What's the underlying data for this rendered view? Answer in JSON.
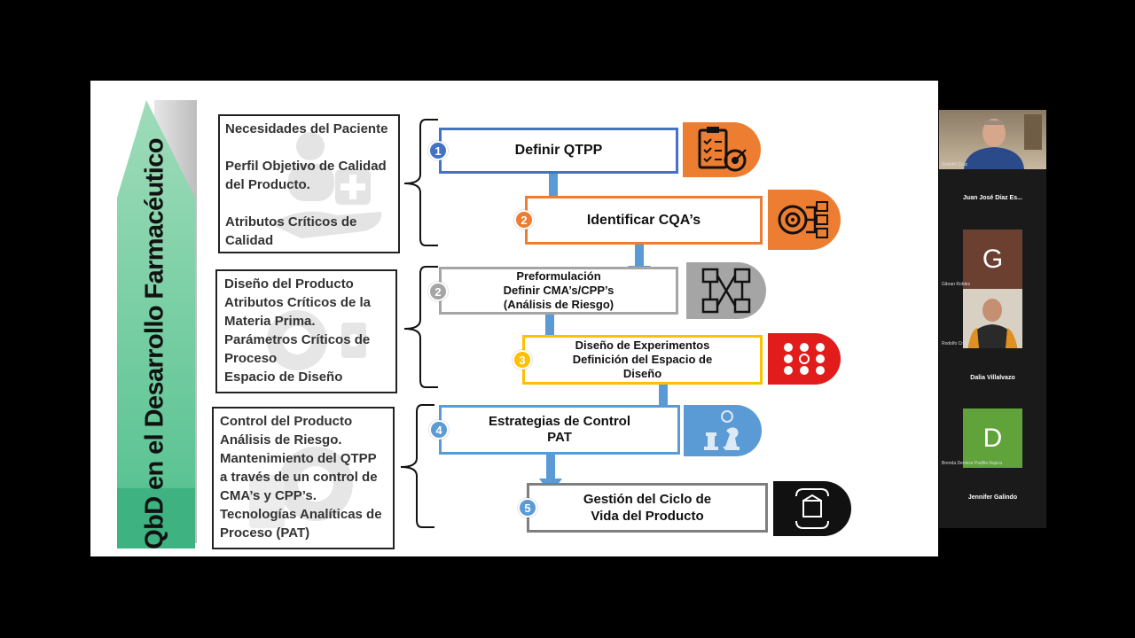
{
  "slide": {
    "banner_title": "QbD en el Desarrollo Farmacéutico",
    "info_boxes": [
      {
        "lines": [
          "Necesidades del Paciente",
          "",
          "Perfil Objetivo de Calidad",
          "del Producto.",
          "",
          "Atributos Críticos de",
          "Calidad"
        ]
      },
      {
        "lines": [
          "Diseño del Producto",
          "Atributos Críticos de la",
          "Materia Prima.",
          "Parámetros Críticos de",
          "Proceso",
          "Espacio de Diseño"
        ]
      },
      {
        "lines": [
          "Control del Producto",
          "Análisis de Riesgo.",
          "Mantenimiento del QTPP",
          "a través de un control de",
          "CMA’s y CPP’s.",
          "Tecnologías Analíticas de",
          "Proceso (PAT)"
        ]
      }
    ],
    "steps": [
      {
        "number": "1",
        "lines": [
          "Definir QTPP"
        ],
        "color": "#4472c4",
        "icon": "checklist-target-icon",
        "icon_bg": "#ed7d31"
      },
      {
        "number": "2",
        "lines": [
          "Identificar CQA’s"
        ],
        "color": "#ed7d31",
        "icon": "target-list-icon",
        "icon_bg": "#ed7d31"
      },
      {
        "number": "2",
        "lines": [
          "Preformulación",
          "Definir CMA’s/CPP’s",
          "(Análisis de Riesgo)"
        ],
        "color": "#a5a5a5",
        "icon": "process-flow-icon",
        "icon_bg": "#a5a5a5"
      },
      {
        "number": "3",
        "lines": [
          "Diseño de Experimentos",
          "Definición del Espacio de",
          "Diseño"
        ],
        "color": "#ffc000",
        "icon": "dot-grid-icon",
        "icon_bg": "#e21b1b"
      },
      {
        "number": "4",
        "lines": [
          "Estrategias de Control",
          "PAT"
        ],
        "color": "#5b9bd5",
        "icon": "chess-strategy-icon",
        "icon_bg": "#5b9bd5"
      },
      {
        "number": "5",
        "lines": [
          "Gestión del Ciclo de",
          "Vida del Producto"
        ],
        "color": "#7f7f7f",
        "icon": "lifecycle-box-icon",
        "icon_bg": "#111111"
      }
    ]
  },
  "participants": [
    {
      "name": "Rodolfo Cruz",
      "label": "Rodolfo Cruz",
      "type": "video"
    },
    {
      "name": "Juan José Díaz Es...",
      "type": "name"
    },
    {
      "name": "Gibran Robles",
      "initial": "G",
      "avatar_color": "#6b4030",
      "type": "avatar"
    },
    {
      "name": "Rodolfo Cruz",
      "label": "Rodolfo Cruz",
      "type": "video"
    },
    {
      "name": "Dalia Villalvazo",
      "type": "name"
    },
    {
      "name": "Brenda Denisse Padilla Najera",
      "initial": "D",
      "avatar_color": "#5fa33a",
      "type": "avatar"
    },
    {
      "name": "Jennifer Galindo",
      "type": "name"
    }
  ]
}
